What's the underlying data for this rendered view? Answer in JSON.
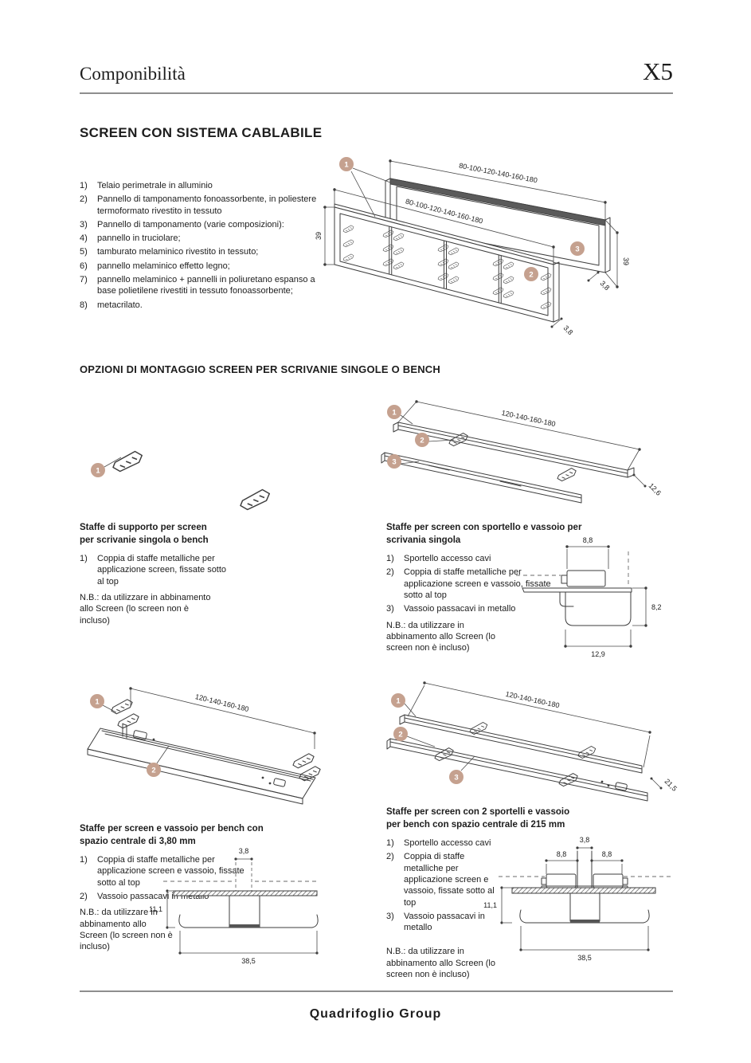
{
  "header": {
    "title": "Componibilità",
    "code": "X5"
  },
  "main_title": "SCREEN CON SISTEMA CABLABILE",
  "parts_list": {
    "items": [
      {
        "num": "1)",
        "text": "Telaio perimetrale in alluminio"
      },
      {
        "num": "2)",
        "text": "Pannello di tamponamento fonoassorbente, in poliestere termoformato rivestito in tessuto"
      },
      {
        "num": "3)",
        "text": "Pannello di tamponamento (varie composizioni):"
      },
      {
        "num": "4)",
        "text": "pannello in truciolare;"
      },
      {
        "num": "5)",
        "text": "tamburato melaminico rivestito in tessuto;"
      },
      {
        "num": "6)",
        "text": "pannello melaminico effetto legno;"
      },
      {
        "num": "7)",
        "text": "pannello melaminico + pannelli in poliuretano espanso a base polietilene rivestiti in tessuto fonoassorbente;"
      },
      {
        "num": "8)",
        "text": "metacrilato."
      }
    ]
  },
  "top_diagram": {
    "dim_back": "80-100-120-140-160-180",
    "dim_front": "80-100-120-140-160-180",
    "h_left": "39",
    "h_right": "39",
    "t_front": "3,8",
    "t_back": "3,8",
    "c1": "1",
    "c2": "2",
    "c3": "3"
  },
  "options_heading": "OPZIONI DI MONTAGGIO SCREEN PER SCRIVANIE SINGOLE O BENCH",
  "support": {
    "c1": "1",
    "title_l1": "Staffe di supporto per screen",
    "title_l2": "per scrivanie singola o bench",
    "items": [
      {
        "num": "1)",
        "text": "Coppia di staffe metalliche per applicazione screen, fissate sotto al top"
      }
    ],
    "note": "N.B.: da utilizzare in abbinamento allo Screen (lo screen non è incluso)"
  },
  "single": {
    "title": "Staffe per screen con sportello e vassoio per scrivania singola",
    "items": [
      {
        "num": "1)",
        "text": "Sportello accesso cavi"
      },
      {
        "num": "2)",
        "text": "Coppia di staffe metalliche per applicazione screen e vassoio, fissate sotto al top"
      },
      {
        "num": "3)",
        "text": "Vassoio passacavi in metallo"
      }
    ],
    "note": "N.B.: da utilizzare in abbinamento allo Screen (lo screen non è incluso)",
    "diagram": {
      "dim": "120-140-160-180",
      "depth": "12,6",
      "c1": "1",
      "c2": "2",
      "c3": "3"
    },
    "section": {
      "top": "8,8",
      "right": "8,2",
      "bottom": "12,9"
    }
  },
  "bench380": {
    "title": "Staffe per screen e vassoio per bench con spazio centrale di 3,80 mm",
    "items": [
      {
        "num": "1)",
        "text": "Coppia di staffe metalliche per applicazione screen e vassoio, fissate sotto al top"
      },
      {
        "num": "2)",
        "text": "Vassoio passacavi in metallo"
      }
    ],
    "note": "N.B.: da utilizzare in abbinamento allo Screen (lo screen non è incluso)",
    "diagram": {
      "dim": "120-140-160-180",
      "c1": "1",
      "c2": "2"
    },
    "section": {
      "top": "3,8",
      "left": "11,1",
      "bottom": "38,5"
    }
  },
  "bench215": {
    "title": "Staffe per screen con 2 sportelli e vassoio per bench con spazio centrale di 215 mm",
    "items": [
      {
        "num": "1)",
        "text": "Sportello accesso cavi"
      },
      {
        "num": "2)",
        "text": "Coppia di staffe metalliche per applicazione screen e vassoio, fissate sotto al top"
      },
      {
        "num": "3)",
        "text": "Vassoio passacavi in metallo"
      }
    ],
    "note": "N.B.: da utilizzare in abbinamento allo Screen (lo screen non è incluso)",
    "diagram": {
      "dim": "120-140-160-180",
      "depth": "21,5",
      "c1": "1",
      "c2": "2",
      "c3": "3"
    },
    "section": {
      "top_center": "3,8",
      "top_left": "8,8",
      "top_right": "8,8",
      "left": "11,1",
      "bottom": "38,5"
    }
  },
  "footer": {
    "brand": "Quadrifoglio Group"
  }
}
